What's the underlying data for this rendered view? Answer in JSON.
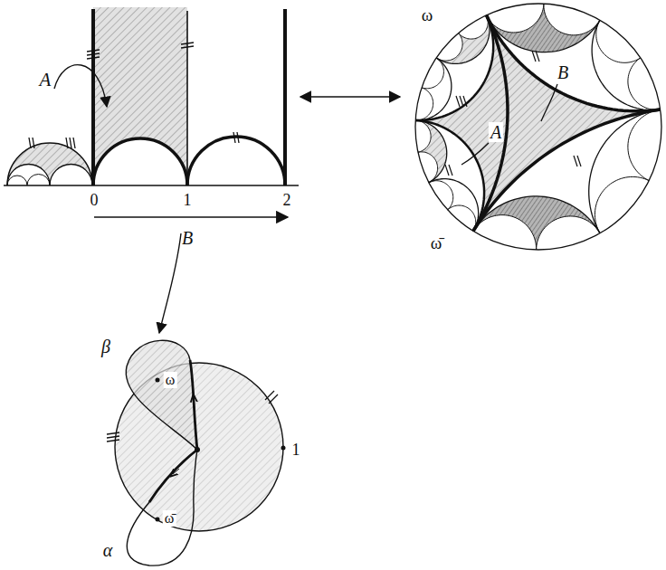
{
  "diagram": {
    "labels": [
      "A",
      "0",
      "1",
      "2",
      "B",
      "ω",
      "B",
      "A",
      "ω̄",
      "β",
      "ω",
      "α",
      "ω̄",
      "1"
    ]
  }
}
